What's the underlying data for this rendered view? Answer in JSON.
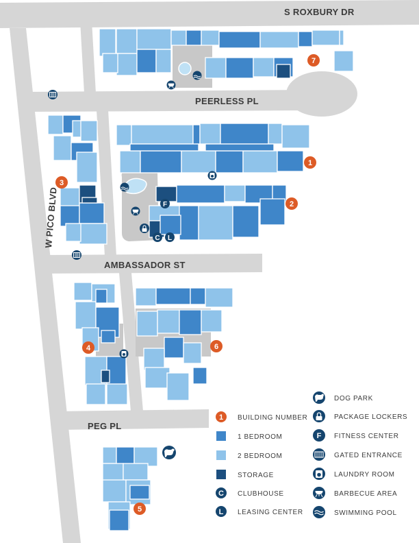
{
  "colors": {
    "road": "#d6d6d6",
    "courtyard": "#c8c8c8",
    "one_bedroom": "#3f86c9",
    "two_bedroom": "#8fc3ea",
    "storage": "#1c4f7f",
    "amenity": "#15456e",
    "building_number": "#dd5b26",
    "outline": "#ffffff",
    "text": "#3b3b3b"
  },
  "streets": {
    "s_roxbury_dr": "S ROXBURY DR",
    "peerless_pl": "PEERLESS PL",
    "ambassador_st": "AMBASSADOR ST",
    "w_pico_blvd": "W PICO BLVD",
    "peg_pl": "PEG PL"
  },
  "buildings": [
    {
      "number": "1"
    },
    {
      "number": "2"
    },
    {
      "number": "3"
    },
    {
      "number": "4"
    },
    {
      "number": "5"
    },
    {
      "number": "6"
    },
    {
      "number": "7"
    }
  ],
  "amenity_markers": {
    "fitness": "F",
    "clubhouse": "C",
    "leasing": "L"
  },
  "legend_left": [
    {
      "key": "building",
      "label": "BUILDING NUMBER",
      "number": "1"
    },
    {
      "key": "one_bedroom",
      "label": "1 BEDROOM"
    },
    {
      "key": "two_bedroom",
      "label": "2 BEDROOM"
    },
    {
      "key": "storage",
      "label": "STORAGE"
    },
    {
      "key": "clubhouse",
      "label": "CLUBHOUSE",
      "letter": "C"
    },
    {
      "key": "leasing",
      "label": "LEASING CENTER",
      "letter": "L"
    }
  ],
  "legend_right": [
    {
      "icon": "dog-park-icon",
      "label": "DOG PARK"
    },
    {
      "icon": "lock-icon",
      "label": "PACKAGE LOCKERS"
    },
    {
      "icon": "fitness-icon",
      "label": "FITNESS CENTER",
      "letter": "F"
    },
    {
      "icon": "gate-icon",
      "label": "GATED ENTRANCE"
    },
    {
      "icon": "laundry-icon",
      "label": "LAUNDRY ROOM"
    },
    {
      "icon": "barbecue-icon",
      "label": "BARBECUE AREA"
    },
    {
      "icon": "pool-icon",
      "label": "SWIMMING POOL"
    }
  ]
}
